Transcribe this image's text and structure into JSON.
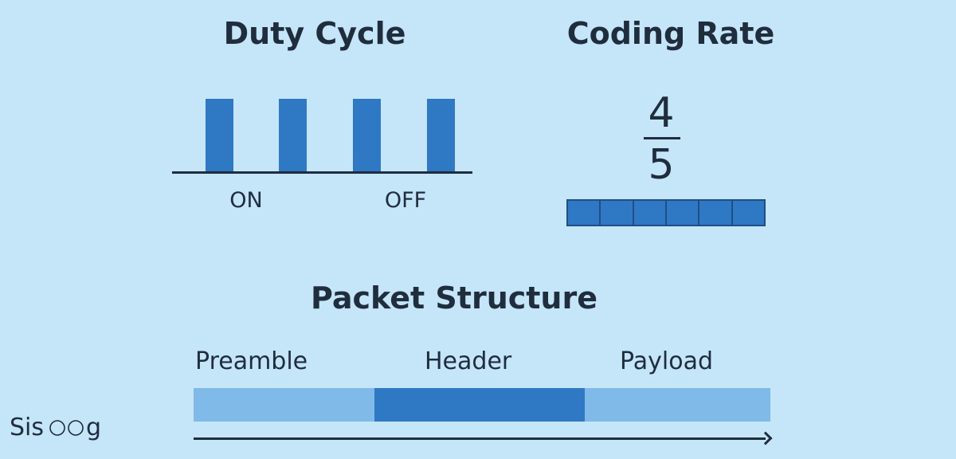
{
  "duty_cycle": {
    "title": "Duty Cycle",
    "on_label": "ON",
    "off_label": "OFF",
    "pulse_count": 4
  },
  "coding_rate": {
    "title": "Coding Rate",
    "numerator": "4",
    "denominator": "5",
    "block_count": 6
  },
  "packet_structure": {
    "title": "Packet Structure",
    "segments": [
      {
        "label": "Preamble"
      },
      {
        "label": "Header"
      },
      {
        "label": "Payload"
      }
    ]
  },
  "logo": {
    "text": "Sisoog"
  },
  "colors": {
    "background": "#c5e5f8",
    "primary": "#2f78c4",
    "light": "#7fbae9",
    "text": "#1f2d3d"
  }
}
